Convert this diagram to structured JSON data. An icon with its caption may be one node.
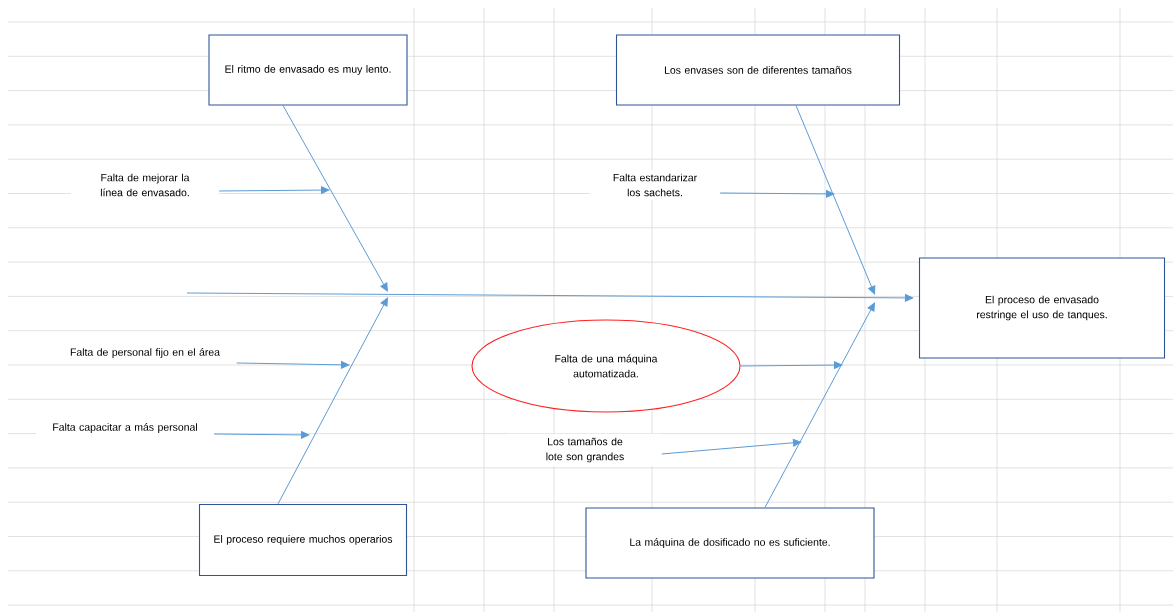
{
  "diagram": {
    "nodes": [
      {
        "text": [
          "El ritmo de envasado es muy lento."
        ]
      },
      {
        "text": [
          "Falta de mejorar la línea de envasado."
        ]
      },
      {
        "text": [
          "Los envases son de diferentes tamaños"
        ]
      },
      {
        "text": [
          "Falta estandarizar los sachets."
        ]
      },
      {
        "text": [
          "El proceso de envasado restringe el uso de tanques."
        ]
      },
      {
        "text": [
          "Falta de personal fijo en el área"
        ]
      },
      {
        "text": [
          "Falta capacitar a más personal"
        ]
      },
      {
        "text": [
          "Falta de una máquina automatizada."
        ]
      },
      {
        "text": [
          "Los tamaños de lote son grandes"
        ]
      },
      {
        "text": [
          "El proceso requiere muchos operarios"
        ]
      },
      {
        "text": [
          "La máquina de dosificado no es suficiente."
        ]
      }
    ],
    "edges": [
      {
        "from": null,
        "to": 4,
        "arrow": "to"
      },
      {
        "from": 0,
        "to": null,
        "arrow": "to"
      },
      {
        "from": 1,
        "to": null,
        "arrow": "to"
      },
      {
        "from": 9,
        "to": null,
        "arrow": "to"
      },
      {
        "from": 5,
        "to": null,
        "arrow": "to"
      },
      {
        "from": 6,
        "to": null,
        "arrow": "to"
      },
      {
        "from": 2,
        "to": null,
        "arrow": "to"
      },
      {
        "from": 3,
        "to": null,
        "arrow": "to"
      },
      {
        "from": 10,
        "to": null,
        "arrow": "to"
      },
      {
        "from": 7,
        "to": null,
        "arrow": "to"
      },
      {
        "from": 8,
        "to": null,
        "arrow": "to"
      }
    ]
  }
}
